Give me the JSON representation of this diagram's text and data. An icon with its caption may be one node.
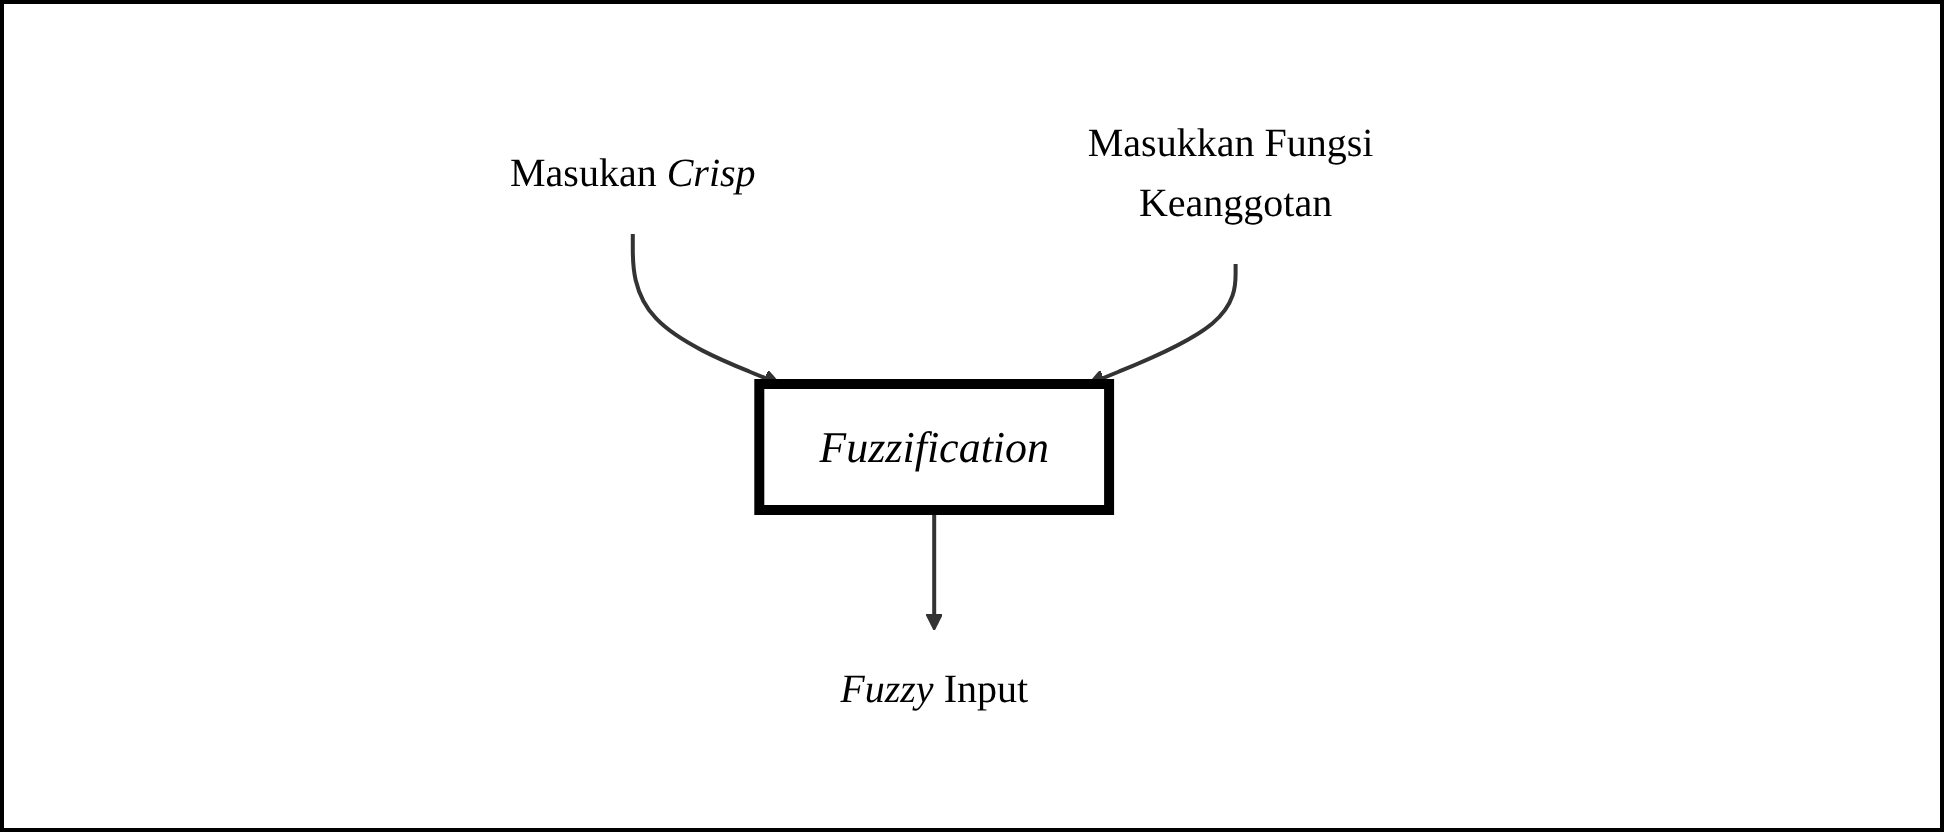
{
  "diagram": {
    "nodes": [
      {
        "text": [
          "Masukan *Crisp*"
        ]
      },
      {
        "text": [
          "Masukkan Fungsi Keanggotan"
        ]
      },
      {
        "text": [
          "Fuzzification"
        ]
      },
      {
        "text": [
          "*Fuzzy* Input"
        ]
      }
    ],
    "edges": [
      {
        "from": 0,
        "to": 2,
        "arrow": "to"
      },
      {
        "from": 1,
        "to": 2,
        "arrow": "to"
      },
      {
        "from": 2,
        "to": 3,
        "arrow": "to"
      }
    ]
  }
}
